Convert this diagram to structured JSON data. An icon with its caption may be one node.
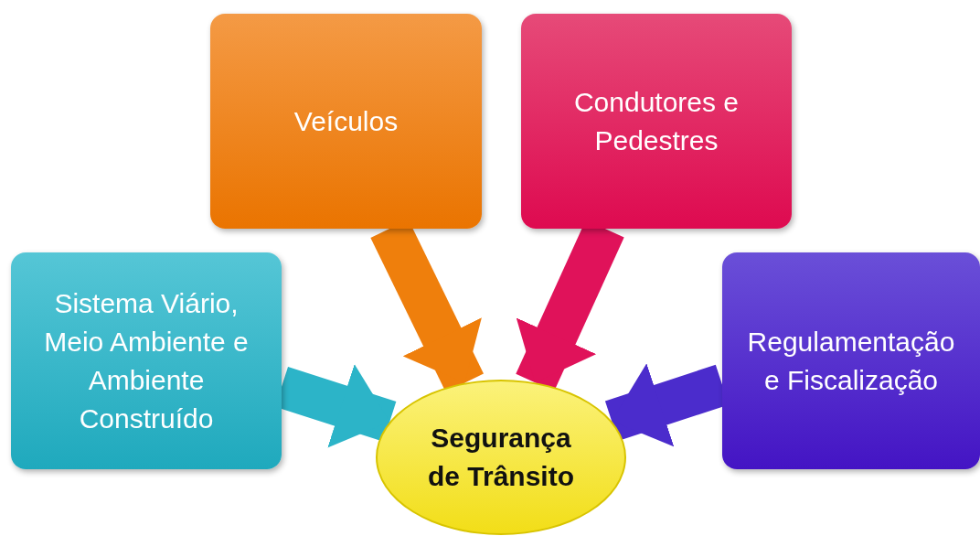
{
  "diagram": {
    "nodes": [
      {
        "text": [
          "Sistema Viário, Meio Ambiente e Ambiente Construído"
        ]
      },
      {
        "text": [
          "Veículos"
        ]
      },
      {
        "text": [
          "Condutores e Pedestres"
        ]
      },
      {
        "text": [
          "Regulamentação e Fiscalização"
        ]
      },
      {
        "text": [
          "Segurança de Trânsito"
        ]
      }
    ],
    "edges": [
      {
        "from": 0,
        "to": 4,
        "arrow": "to",
        "color": "#2cb4c8"
      },
      {
        "from": 1,
        "to": 4,
        "arrow": "to",
        "color": "#ef7f0c"
      },
      {
        "from": 2,
        "to": 4,
        "arrow": "to",
        "color": "#e0125a"
      },
      {
        "from": 3,
        "to": 4,
        "arrow": "to",
        "color": "#4b2ccc"
      }
    ]
  }
}
